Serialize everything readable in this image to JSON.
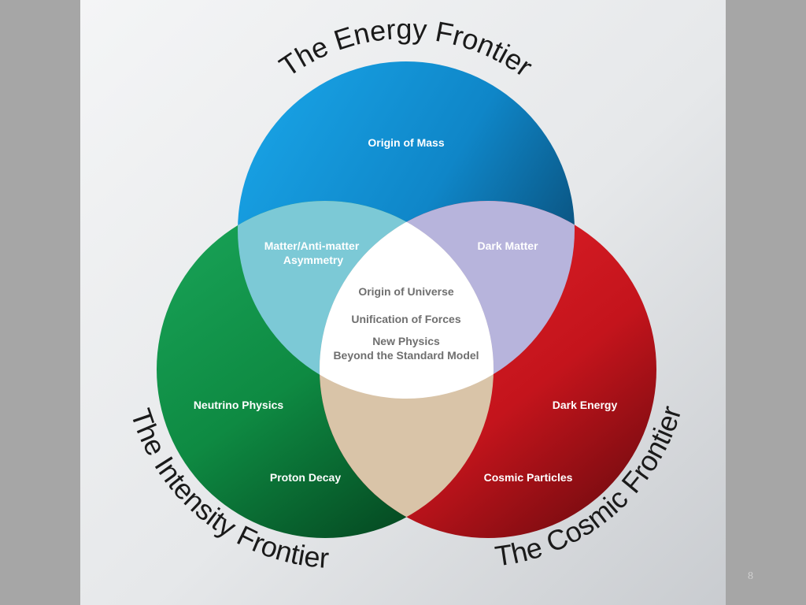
{
  "frontiers": {
    "energy": {
      "title": "The Energy Frontier",
      "color": "#1a9fe0"
    },
    "intensity": {
      "title": "The Intensity Frontier",
      "color": "#1a9a4a"
    },
    "cosmic": {
      "title": "The Cosmic Frontier",
      "color": "#d81e28"
    }
  },
  "regions": {
    "origin_of_mass": "Origin of Mass",
    "matter_antimatter_line1": "Matter/Anti-matter",
    "matter_antimatter_line2": "Asymmetry",
    "dark_matter": "Dark Matter",
    "neutrino_physics": "Neutrino Physics",
    "proton_decay": "Proton Decay",
    "dark_energy": "Dark Energy",
    "cosmic_particles": "Cosmic Particles"
  },
  "center": {
    "origin_of_universe": "Origin of Universe",
    "unification_of_forces": "Unification of Forces",
    "new_physics_line1": "New Physics",
    "new_physics_line2": "Beyond the Standard Model"
  },
  "page_number": "8"
}
